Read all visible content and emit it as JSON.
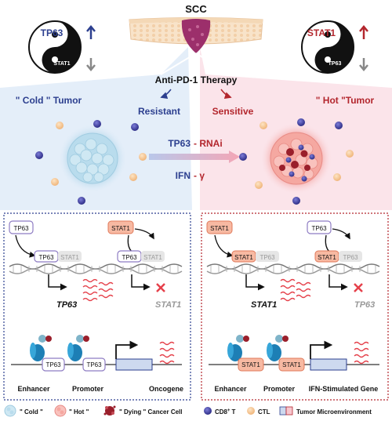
{
  "title": "SCC",
  "left_badge": {
    "main": "TP63",
    "sub": "STAT1"
  },
  "right_badge": {
    "main": "STAT1",
    "sub": "TP63"
  },
  "therapy": "Anti-PD-1 Therapy",
  "resistant": "Resistant",
  "sensitive": "Sensitive",
  "cold_tumor": "\" Cold \" Tumor",
  "hot_tumor": "\" Hot \"Tumor",
  "treat1_a": "TP63",
  "treat1_b": "- RNAi",
  "treat2_a": "IFN",
  "treat2_b": "- γ",
  "left_panel": {
    "factor_tp63": "TP63",
    "factor_stat1": "STAT1",
    "site1_a": "TP63",
    "site1_b": "STAT1",
    "site2_a": "TP63",
    "site2_b": "STAT1",
    "gene1": "TP63",
    "gene2": "STAT1",
    "box1": "TP63",
    "box2": "TP63",
    "label_enhancer": "Enhancer",
    "label_promoter": "Promoter",
    "label_gene": "Oncogene"
  },
  "right_panel": {
    "factor_stat1": "STAT1",
    "factor_tp63": "TP63",
    "site1_a": "STAT1",
    "site1_b": "TP63",
    "site2_a": "STAT1",
    "site2_b": "TP63",
    "gene1": "STAT1",
    "gene2": "TP63",
    "box1": "STAT1",
    "box2": "STAT1",
    "label_enhancer": "Enhancer",
    "label_promoter": "Promoter",
    "label_gene": "IFN-Stimulated Gene"
  },
  "legend": {
    "cold": "\" Cold \"",
    "hot": "\" Hot \"",
    "dying": "\" Dying \" Cancer  Cell",
    "cd8": "CD8",
    "cd8_sup": "+",
    "cd8_t": "T",
    "ctl": "CTL",
    "tme": "Tumor Microenvironment"
  },
  "colors": {
    "blue": "#2c3f8f",
    "red": "#b3262d",
    "cold_bg": "#e4eef9",
    "hot_bg": "#fbe4ea",
    "tp63_border": "#8e7cc3",
    "stat1_fill": "#f7b9a2",
    "cd8": "#4a4aa8",
    "ctl": "#f5c99a"
  }
}
